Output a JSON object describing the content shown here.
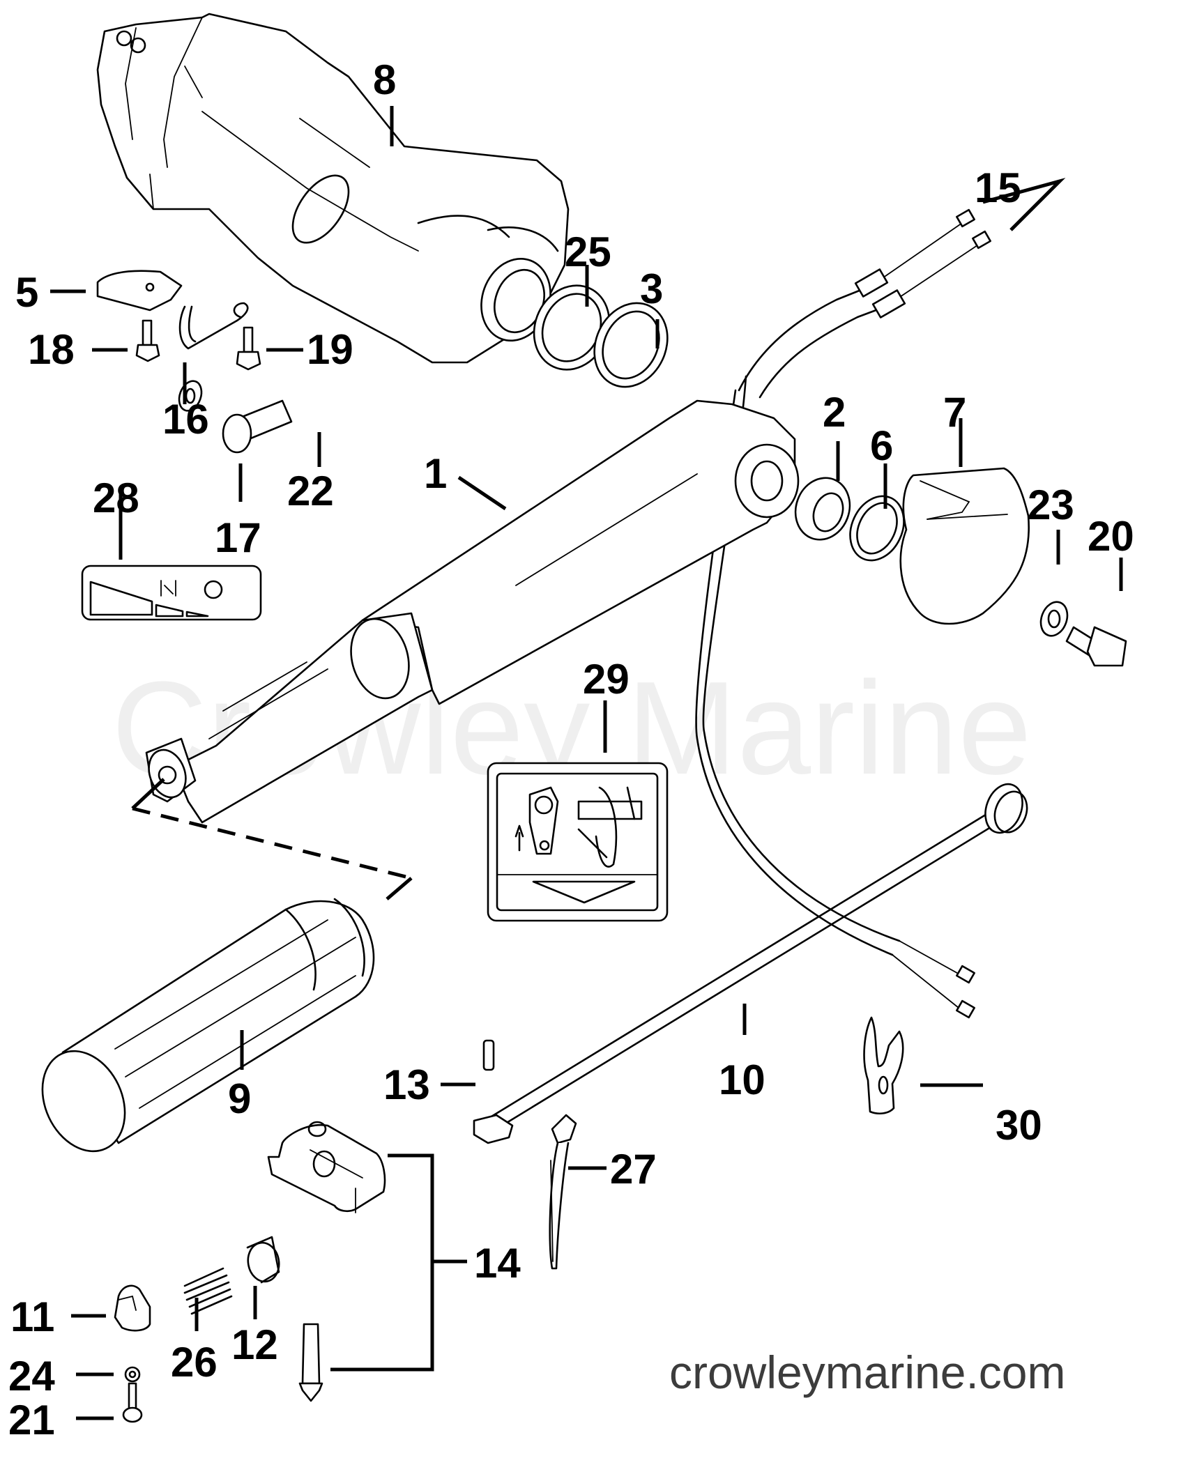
{
  "diagram": {
    "type": "exploded-parts-diagram",
    "subject": "tiller handle assembly",
    "watermark_text": "Crowley Marine",
    "website_text": "crowleymarine.com",
    "colors": {
      "line": "#000000",
      "background": "#ffffff",
      "watermark": "#efefef",
      "website": "#3c3c3c"
    },
    "callouts": [
      {
        "id": "1",
        "part": "tiller-arm"
      },
      {
        "id": "2",
        "part": "bushing"
      },
      {
        "id": "3",
        "part": "washer"
      },
      {
        "id": "5",
        "part": "cover-plate"
      },
      {
        "id": "6",
        "part": "washer"
      },
      {
        "id": "7",
        "part": "cover"
      },
      {
        "id": "8",
        "part": "bracket-housing"
      },
      {
        "id": "9",
        "part": "grip"
      },
      {
        "id": "10",
        "part": "shift-rod"
      },
      {
        "id": "11",
        "part": "knob"
      },
      {
        "id": "12",
        "part": "bushing"
      },
      {
        "id": "13",
        "part": "pin"
      },
      {
        "id": "14",
        "part": "friction-block-kit"
      },
      {
        "id": "15",
        "part": "throttle-cables"
      },
      {
        "id": "16",
        "part": "spring"
      },
      {
        "id": "17",
        "part": "bolt"
      },
      {
        "id": "18",
        "part": "screw"
      },
      {
        "id": "19",
        "part": "screw"
      },
      {
        "id": "20",
        "part": "screw"
      },
      {
        "id": "21",
        "part": "screw"
      },
      {
        "id": "22",
        "part": "washer"
      },
      {
        "id": "23",
        "part": "washer"
      },
      {
        "id": "24",
        "part": "lockwasher"
      },
      {
        "id": "25",
        "part": "washer"
      },
      {
        "id": "26",
        "part": "spring"
      },
      {
        "id": "27",
        "part": "cable-tie"
      },
      {
        "id": "28",
        "part": "throttle-decal"
      },
      {
        "id": "29",
        "part": "shift-decal"
      },
      {
        "id": "30",
        "part": "shift-lever-clip"
      }
    ]
  }
}
